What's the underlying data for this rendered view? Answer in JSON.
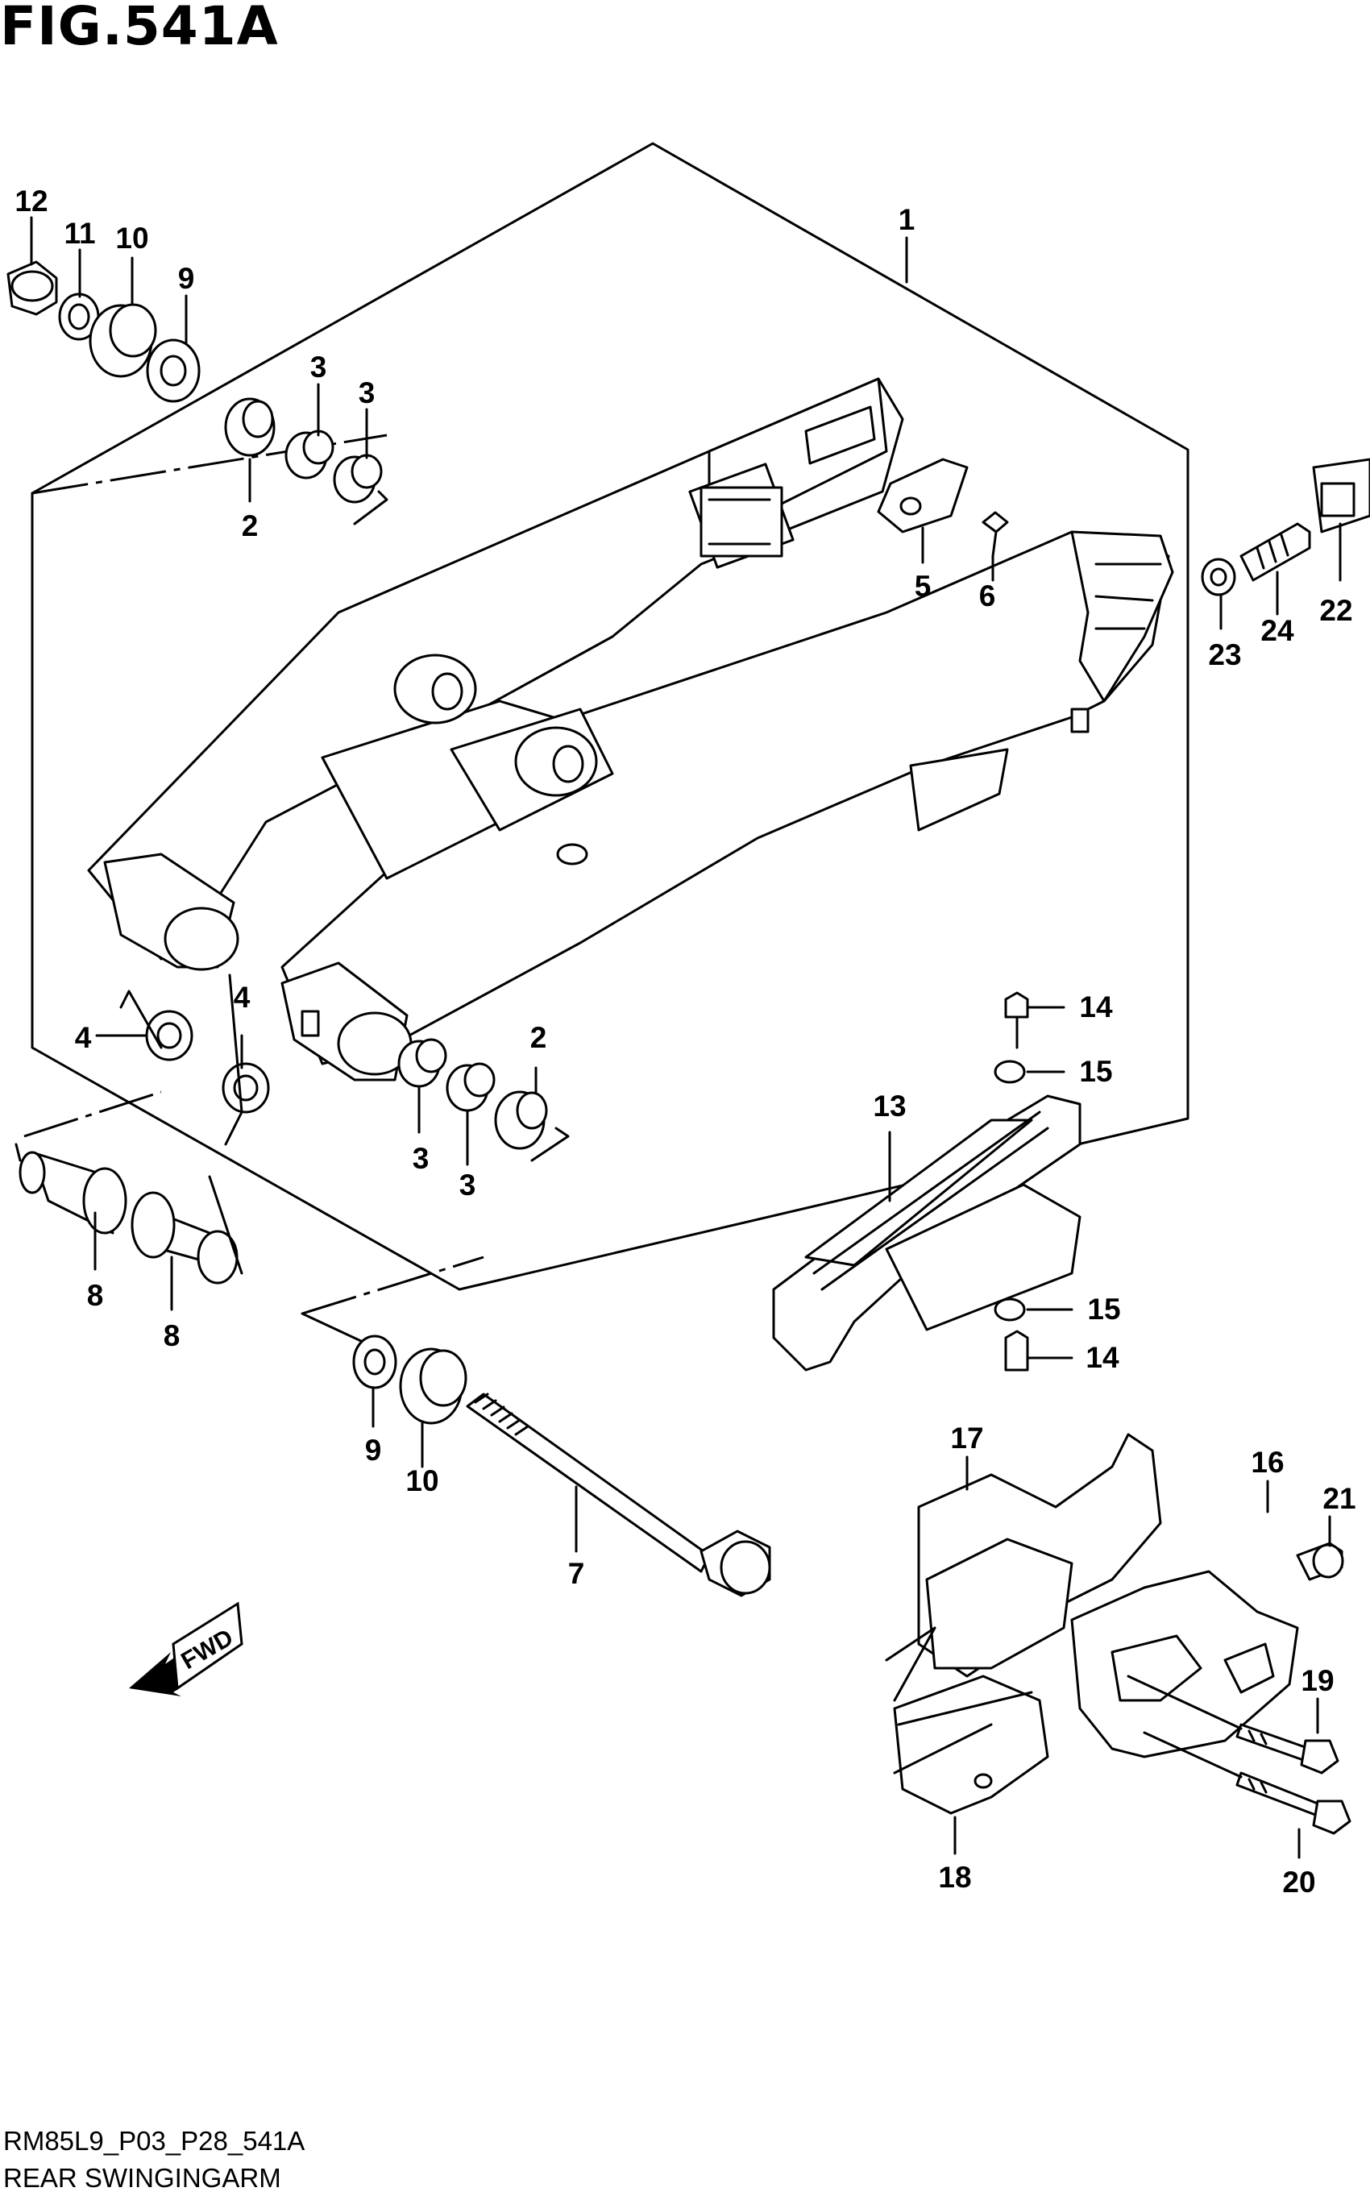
{
  "figure": {
    "title": "FIG.541A",
    "code": "RM85L9_P03_P28_541A",
    "name": "REAR SWINGINGARM",
    "fwd_label": "FWD"
  },
  "callouts": {
    "c1": "1",
    "c2a": "2",
    "c2b": "2",
    "c3a": "3",
    "c3b": "3",
    "c3c": "3",
    "c3d": "3",
    "c4a": "4",
    "c4b": "4",
    "c5": "5",
    "c6": "6",
    "c7": "7",
    "c8a": "8",
    "c8b": "8",
    "c9a": "9",
    "c9b": "9",
    "c10a": "10",
    "c10b": "10",
    "c11": "11",
    "c12": "12",
    "c13": "13",
    "c14a": "14",
    "c14b": "14",
    "c15a": "15",
    "c15b": "15",
    "c16": "16",
    "c17": "17",
    "c18": "18",
    "c19": "19",
    "c20": "20",
    "c21": "21",
    "c22": "22",
    "c23": "23",
    "c24": "24"
  }
}
